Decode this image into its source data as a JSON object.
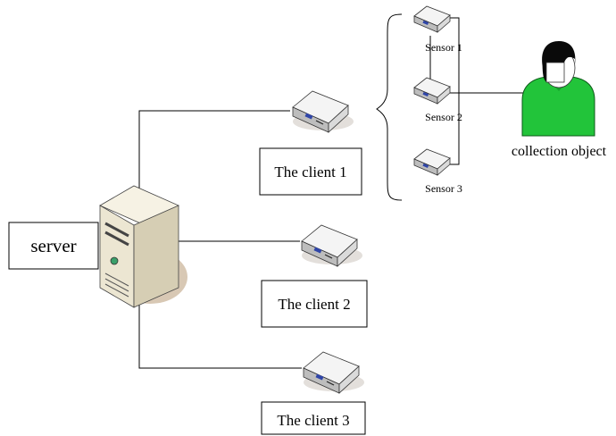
{
  "diagram": {
    "server": {
      "label": "server"
    },
    "clients": [
      {
        "label": "The client 1"
      },
      {
        "label": "The client 2"
      },
      {
        "label": "The client 3"
      }
    ],
    "sensors": [
      {
        "label": "Sensor 1"
      },
      {
        "label": "Sensor 2"
      },
      {
        "label": "Sensor 3"
      }
    ],
    "collection_object": {
      "label": "collection object"
    }
  },
  "colors": {
    "person_body": "#22c43a",
    "person_hair": "#0a0a0a",
    "device_top": "#f4f4f4",
    "device_side": "#cfcfcf",
    "server_body": "#ece6d2",
    "shadow": "#d8c8b4"
  }
}
